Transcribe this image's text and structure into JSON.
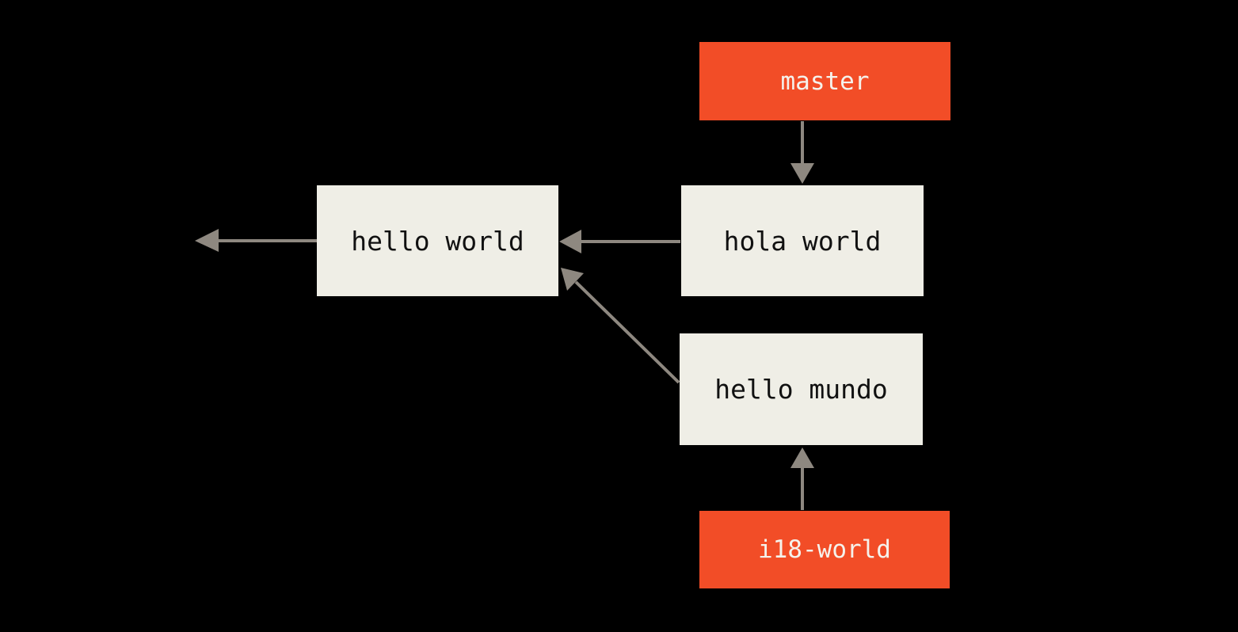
{
  "diagram": {
    "kind": "git-branch-commit-diagram",
    "branches": [
      {
        "label": "master",
        "points_to": "hola world"
      },
      {
        "label": "i18-world",
        "points_to": "hello mundo"
      }
    ],
    "commits": [
      {
        "label": "hello world"
      },
      {
        "label": "hola world"
      },
      {
        "label": "hello mundo"
      }
    ],
    "edges": [
      {
        "from": "master",
        "to": "hola world",
        "direction": "down"
      },
      {
        "from": "hola world",
        "to": "hello world",
        "direction": "left"
      },
      {
        "from": "hello world",
        "to": "offscreen-left",
        "direction": "left"
      },
      {
        "from": "hello mundo",
        "to": "hello world",
        "direction": "diagonal-up-left"
      },
      {
        "from": "i18-world",
        "to": "hello mundo",
        "direction": "up"
      }
    ]
  },
  "colors": {
    "background": "#000000",
    "branch_box": "#F24D27",
    "branch_text": "#F5F2EC",
    "commit_box": "#EFEEE6",
    "commit_text": "#111111",
    "arrow": "#8E8880"
  }
}
